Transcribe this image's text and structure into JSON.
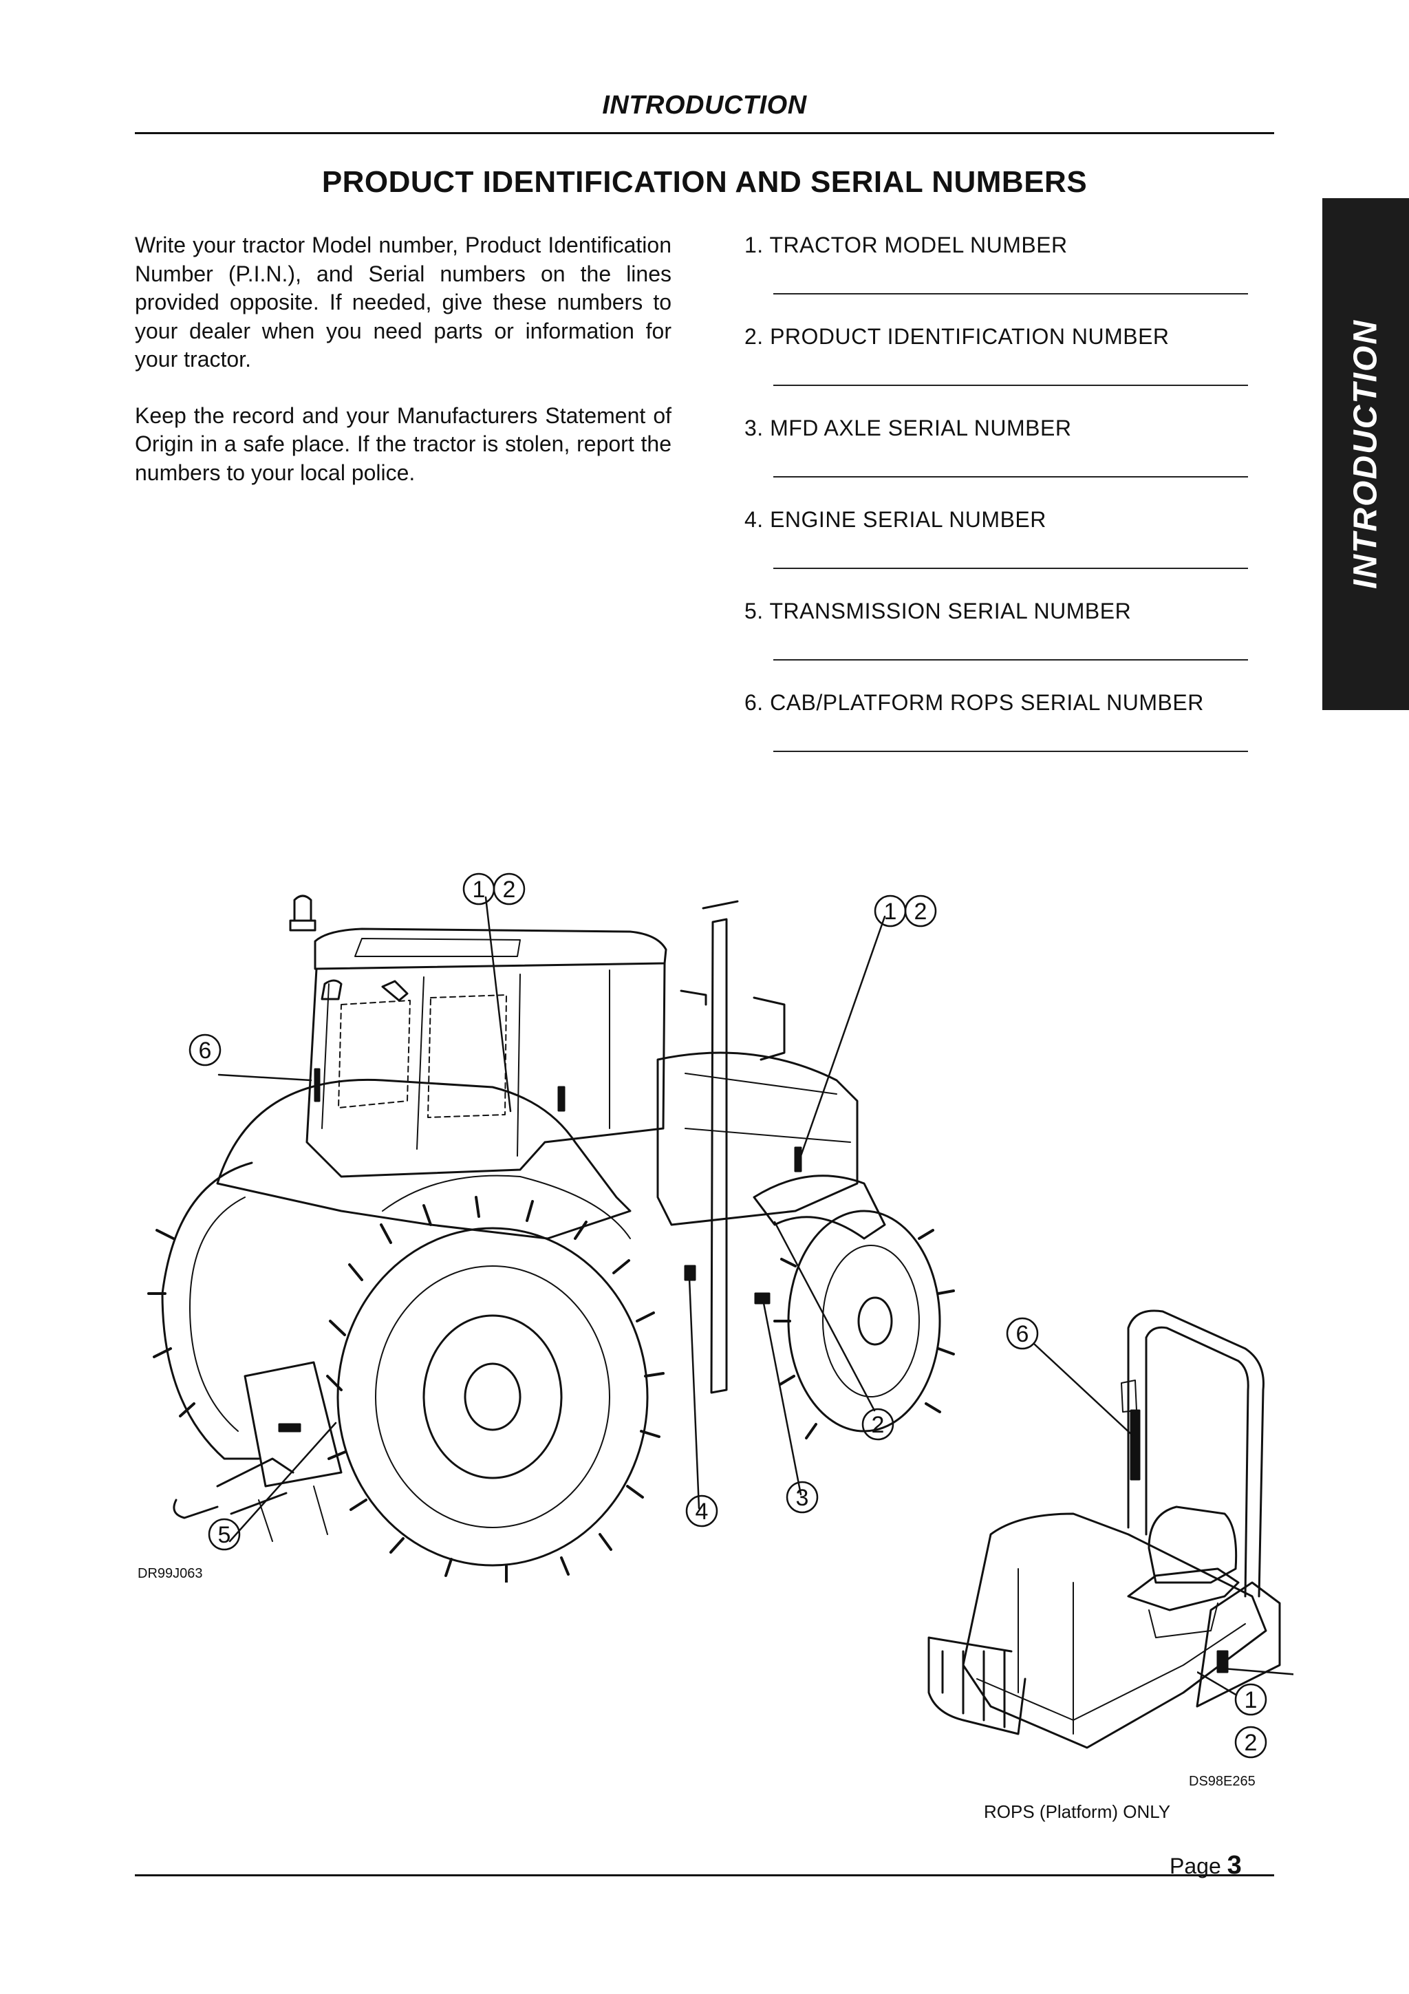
{
  "header": {
    "running_title": "INTRODUCTION"
  },
  "title": "PRODUCT IDENTIFICATION AND SERIAL NUMBERS",
  "side_tab": {
    "label": "INTRODUCTION",
    "color": "#1c1c1c"
  },
  "intro": {
    "paragraphs": [
      "Write your tractor Model number, Product Identification Number (P.I.N.), and Serial numbers on the lines provided opposite. If needed, give these numbers to your dealer when you need parts or information for your tractor.",
      "Keep the record and your Manufacturers Statement of Origin in a safe place. If the tractor is stolen, report the numbers to your local police."
    ]
  },
  "fields": [
    {
      "label": "1. TRACTOR MODEL NUMBER"
    },
    {
      "label": "2. PRODUCT IDENTIFICATION NUMBER"
    },
    {
      "label": "3. MFD AXLE SERIAL NUMBER"
    },
    {
      "label": "4. ENGINE SERIAL NUMBER"
    },
    {
      "label": "5. TRANSMISSION SERIAL NUMBER"
    },
    {
      "label": "6. CAB/PLATFORM ROPS SERIAL NUMBER"
    }
  ],
  "figures": {
    "main": {
      "code": "DR99J063",
      "callouts": [
        "1",
        "2",
        "1",
        "2",
        "6",
        "5",
        "4",
        "3",
        "2"
      ]
    },
    "rops": {
      "code": "DS98E265",
      "caption": "ROPS (Platform) ONLY",
      "callouts": [
        "6",
        "1",
        "2"
      ]
    }
  },
  "footer": {
    "page_label": "Page",
    "page_number": "3"
  }
}
